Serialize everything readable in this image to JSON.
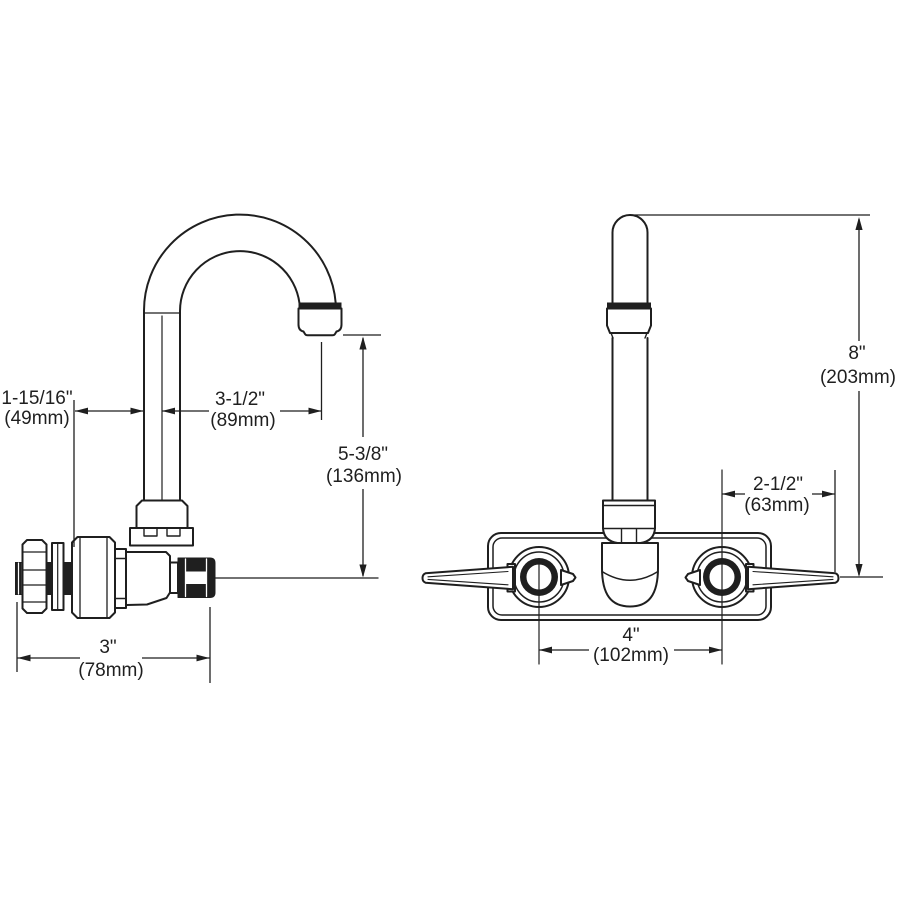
{
  "dimensions": {
    "side_view": {
      "wall_to_spout": {
        "in": "1-15/16\"",
        "mm": "(49mm)"
      },
      "spout_reach": {
        "in": "3-1/2\"",
        "mm": "(89mm)"
      },
      "outlet_height": {
        "in": "5-3/8\"",
        "mm": "(136mm)"
      },
      "body_depth": {
        "in": "3\"",
        "mm": "(78mm)"
      }
    },
    "front_view": {
      "overall_height": {
        "in": "8\"",
        "mm": "(203mm)"
      },
      "handle_extent": {
        "in": "2-1/2\"",
        "mm": "(63mm)"
      },
      "faucet_centers": {
        "in": "4\"",
        "mm": "(102mm)"
      }
    }
  },
  "colors": {
    "line": "#1f1f1f",
    "background": "#ffffff"
  }
}
